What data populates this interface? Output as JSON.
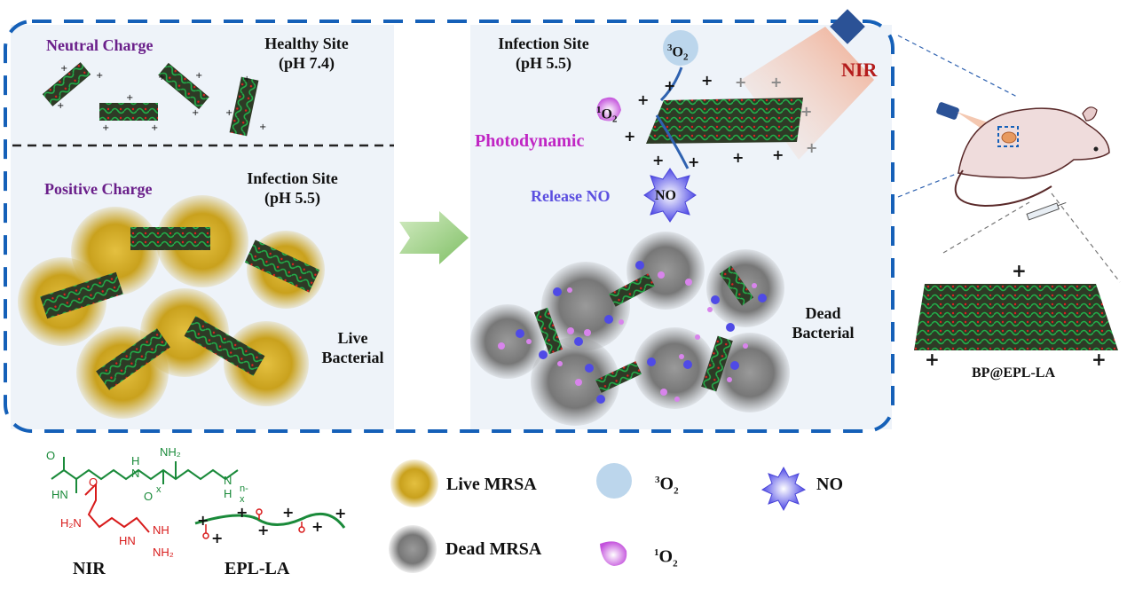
{
  "panels": {
    "left_top": {
      "charge_label": "Neutral Charge",
      "site_line1": "Healthy Site",
      "site_line2": "(pH 7.4)"
    },
    "left_bottom": {
      "charge_label": "Positive Charge",
      "site_line1": "Infection Site",
      "site_line2": "(pH 5.5)",
      "bacteria_line1": "Live",
      "bacteria_line2": "Bacterial"
    },
    "right": {
      "site_line1": "Infection Site",
      "site_line2": "(pH 5.5)",
      "triplet_oxygen": {
        "sup": "3",
        "base": "O",
        "sub": "2"
      },
      "singlet_oxygen": {
        "sup": "1",
        "base": "O",
        "sub": "2"
      },
      "photodynamic_label": "Photodynamic",
      "release_label": "Release NO",
      "no_label": "NO",
      "nir_label": "NIR",
      "bacteria_line1": "Dead",
      "bacteria_line2": "Bacterial"
    }
  },
  "mouse_panel": {
    "material_label": "BP@EPL-LA"
  },
  "chemistry": {
    "structure_name": "NIR",
    "polymer_name": "EPL-LA",
    "atoms": {
      "o1": "O",
      "nh": "H",
      "n1": "N",
      "nh2_top": "NH₂",
      "o2": "O",
      "x": "x",
      "n2": "N",
      "h2": "H",
      "nx": "n-x",
      "hn1": "HN",
      "o3": "O",
      "h2n": "H₂N",
      "hn2": "HN",
      "nh_r": "NH",
      "nh2_r": "NH₂"
    }
  },
  "legend": {
    "items": [
      {
        "icon": "live-mrsa-icon",
        "label": "Live MRSA"
      },
      {
        "icon": "dead-mrsa-icon",
        "label": "Dead MRSA"
      },
      {
        "icon": "triplet-oxygen-icon",
        "sup": "3",
        "base": "O",
        "sub": "2"
      },
      {
        "icon": "singlet-oxygen-icon",
        "sup": "1",
        "base": "O",
        "sub": "2"
      },
      {
        "icon": "no-star-icon",
        "label": "NO"
      }
    ]
  },
  "colors": {
    "frame_blue": "#1560b8",
    "panel_bg": "#eef3f9",
    "sheet_green": "#1f9a3a",
    "sheet_dark": "#2e3a26",
    "live_bacteria": "#c9a11d",
    "dead_bacteria": "#7d7d7d",
    "triplet_o2": "#bcd6ec",
    "singlet_o2": "#cc5ce0",
    "no_star": "#5a55e8",
    "nir_red": "#b41c1c",
    "purple_text": "#6a1f8a",
    "magenta_text": "#c026c4",
    "polymer_green": "#1a8a3a",
    "arginine_red": "#d81b1b"
  }
}
